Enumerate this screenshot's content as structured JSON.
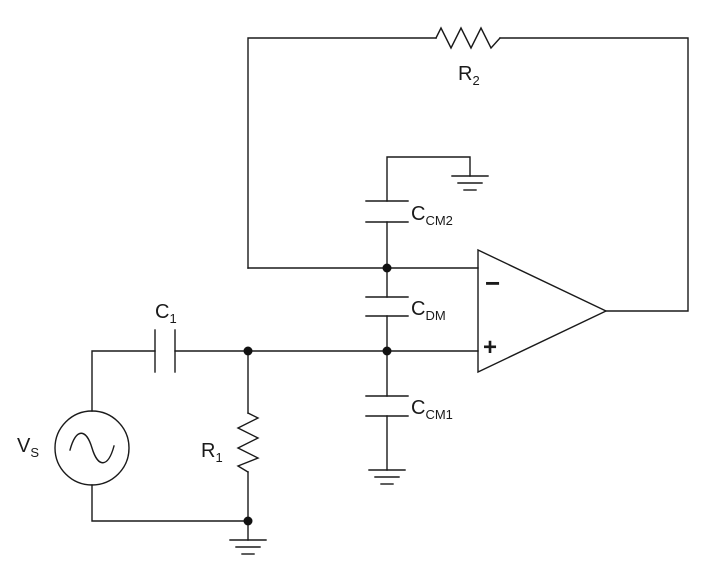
{
  "schematic": {
    "components": {
      "r2": {
        "symbol": "R",
        "subscript": "2"
      },
      "r1": {
        "symbol": "R",
        "subscript": "1"
      },
      "c1": {
        "symbol": "C",
        "subscript": "1"
      },
      "ccm2": {
        "symbol": "C",
        "subscript": "CM2"
      },
      "cdm": {
        "symbol": "C",
        "subscript": "DM"
      },
      "ccm1": {
        "symbol": "C",
        "subscript": "CM1"
      },
      "vs": {
        "symbol": "V",
        "subscript": "S"
      }
    },
    "opamp": {
      "inverting_sign": "−",
      "noninverting_sign": "+"
    }
  }
}
